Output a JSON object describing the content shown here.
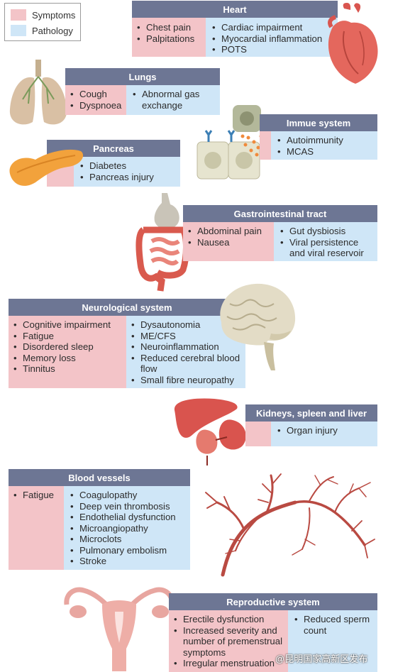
{
  "legend": {
    "symptoms": "Symptoms",
    "pathology": "Pathology"
  },
  "colors": {
    "header": "#6d7694",
    "symptoms": "#f3c4c8",
    "pathology": "#cfe6f7",
    "organ": "#e06a5e"
  },
  "heart": {
    "title": "Heart",
    "symptoms": [
      "Chest pain",
      "Palpitations"
    ],
    "pathology": [
      "Cardiac impairment",
      "Myocardial inflammation",
      "POTS"
    ]
  },
  "lungs": {
    "title": "Lungs",
    "symptoms": [
      "Cough",
      "Dyspnoea"
    ],
    "pathology": [
      "Abnormal gas exchange"
    ]
  },
  "immune": {
    "title": "Immue system",
    "pathology": [
      "Autoimmunity",
      "MCAS"
    ]
  },
  "pancreas": {
    "title": "Pancreas",
    "pathology": [
      "Diabetes",
      "Pancreas injury"
    ]
  },
  "gi": {
    "title": "Gastrointestinal tract",
    "symptoms": [
      "Abdominal pain",
      "Nausea"
    ],
    "pathology": [
      "Gut dysbiosis",
      "Viral persistence and viral reservoir"
    ]
  },
  "neuro": {
    "title": "Neurological system",
    "symptoms": [
      "Cognitive impairment",
      "Fatigue",
      "Disordered sleep",
      "Memory loss",
      "Tinnitus"
    ],
    "pathology": [
      "Dysautonomia",
      "ME/CFS",
      "Neuroinflammation",
      "Reduced cerebral blood flow",
      "Small fibre neuropathy"
    ]
  },
  "kidneys": {
    "title": "Kidneys, spleen and liver",
    "pathology": [
      "Organ injury"
    ]
  },
  "vessels": {
    "title": "Blood vessels",
    "symptoms": [
      "Fatigue"
    ],
    "pathology": [
      "Coagulopathy",
      "Deep vein thrombosis",
      "Endothelial dysfunction",
      "Microangiopathy",
      "Microclots",
      "Pulmonary embolism",
      "Stroke"
    ]
  },
  "repro": {
    "title": "Reproductive system",
    "symptoms": [
      "Erectile dysfunction",
      "Increased severity and number of premenstrual symptoms",
      "Irregular menstruation"
    ],
    "pathology": [
      "Reduced sperm count"
    ]
  },
  "watermark": "@昆明国家高新区发布"
}
